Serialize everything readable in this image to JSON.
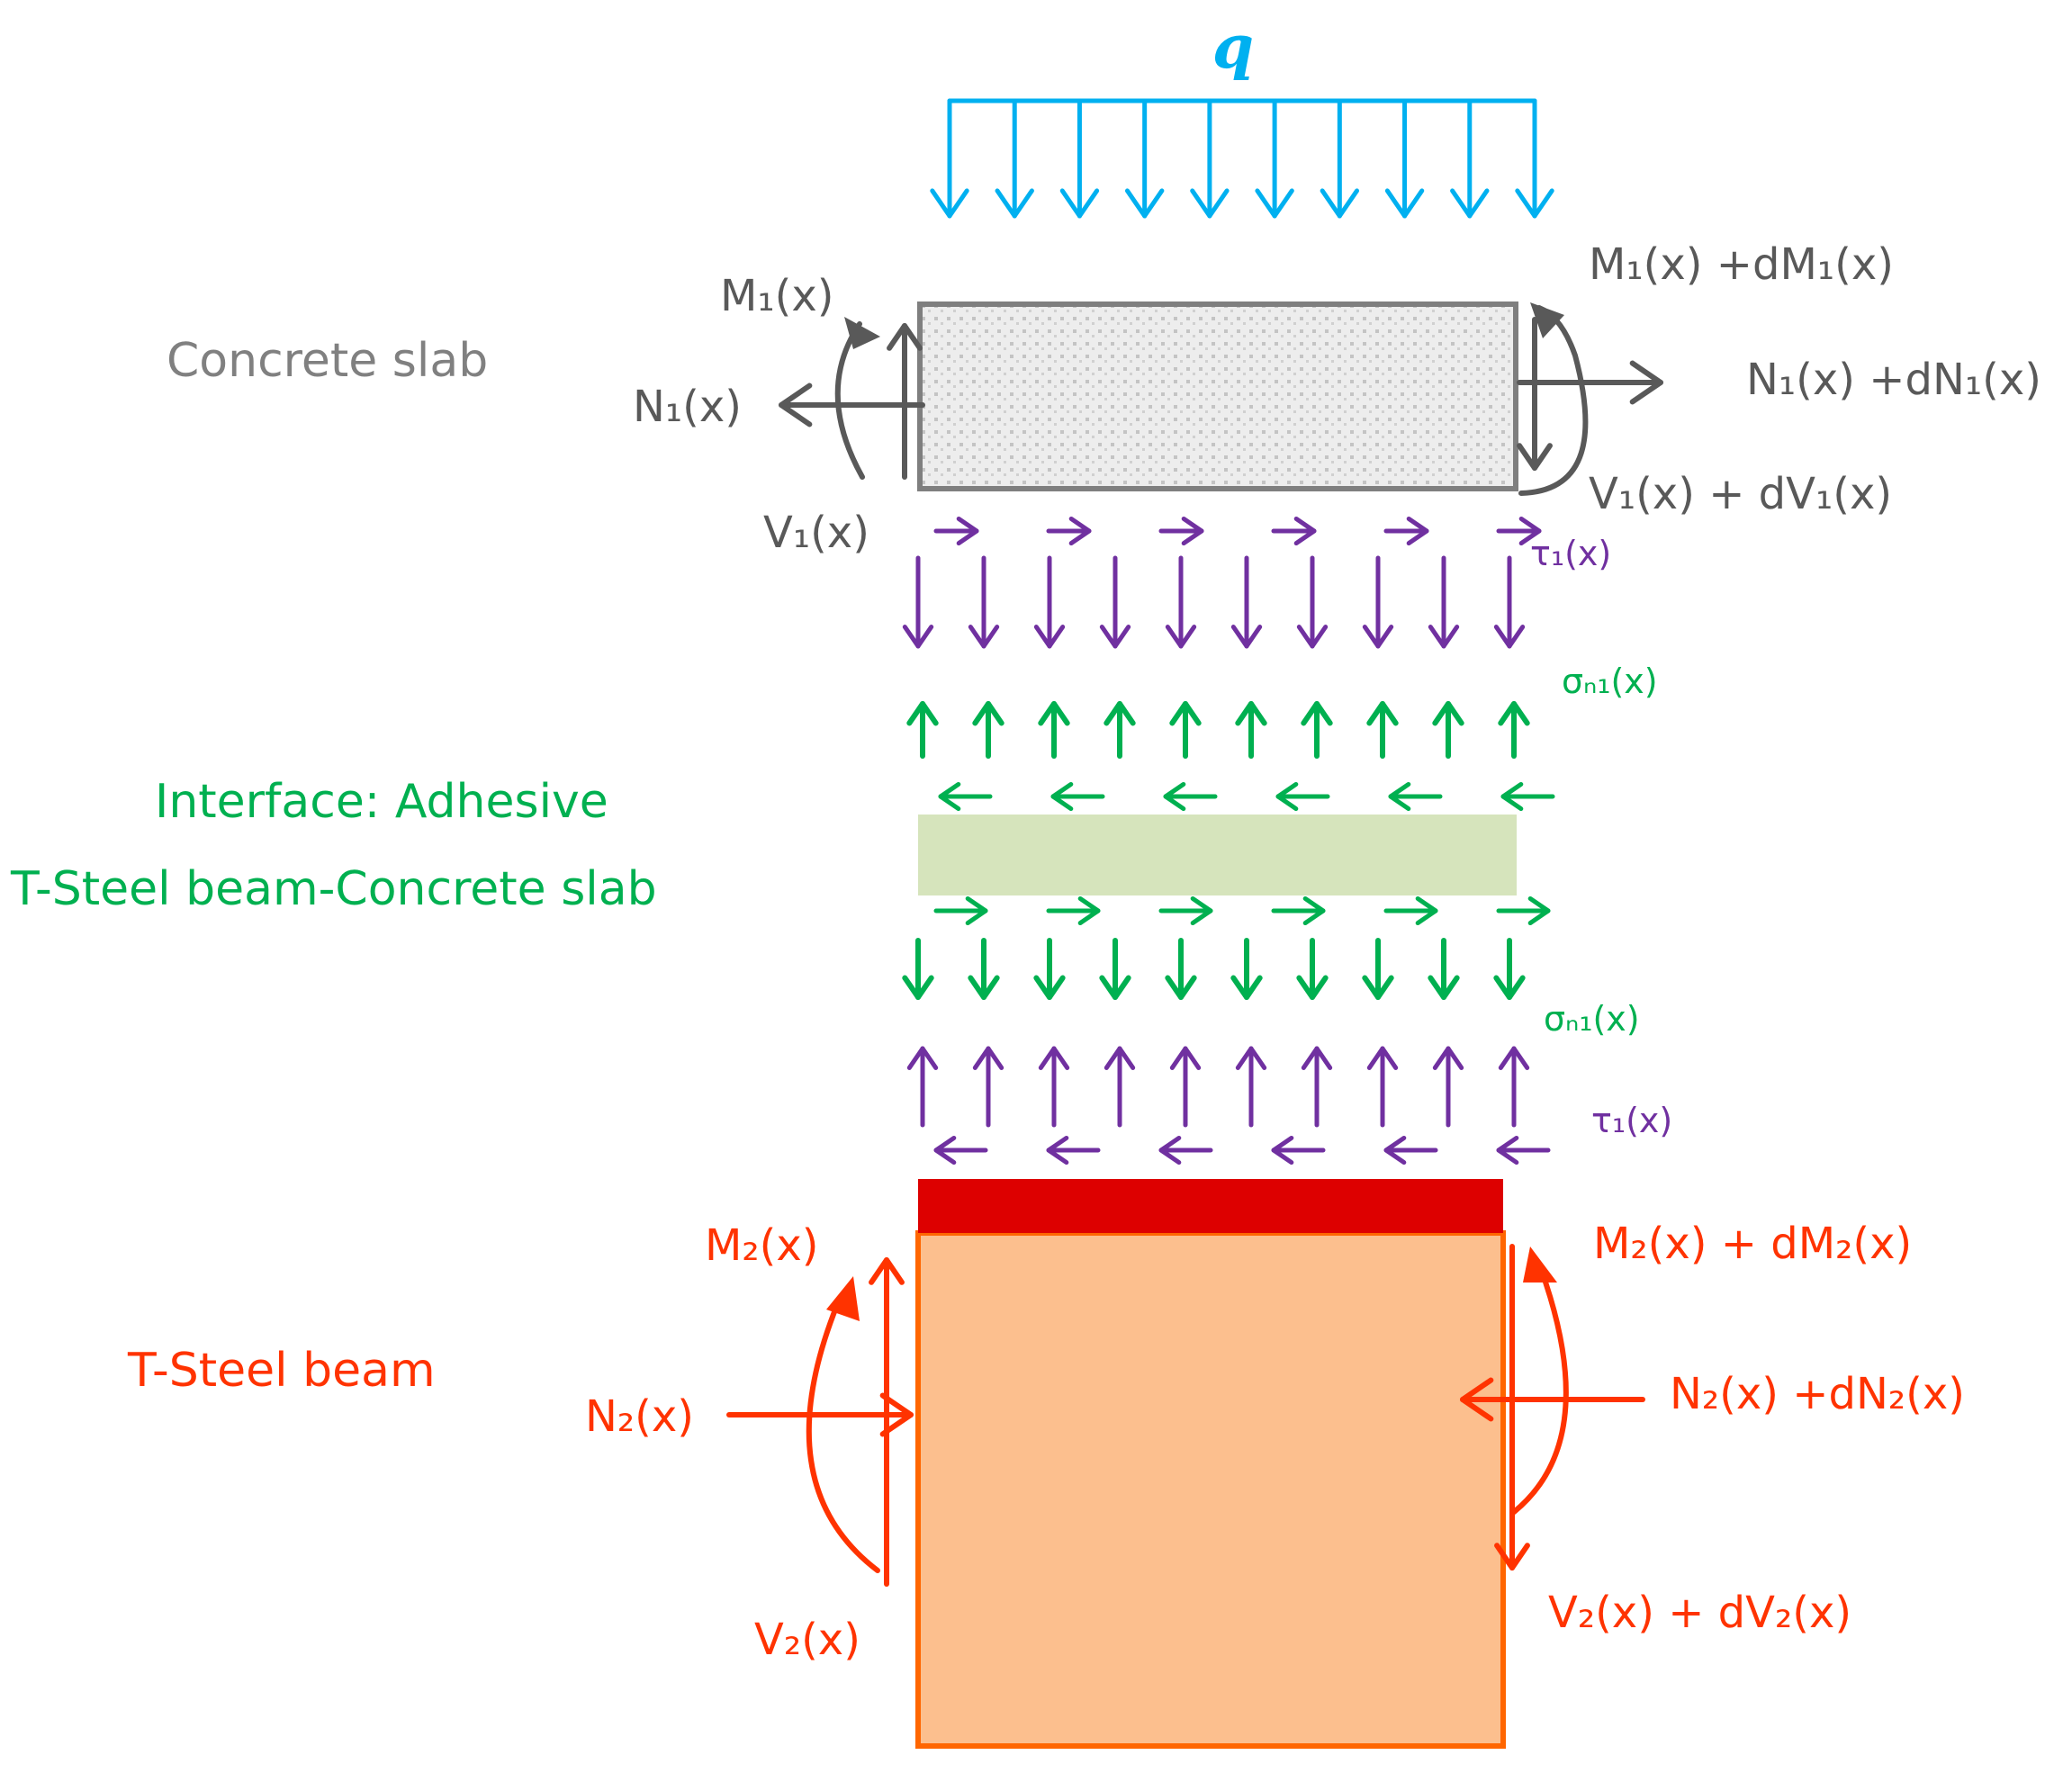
{
  "colors": {
    "load": "#00b0f0",
    "slab_force": "#595959",
    "slab_label": "#808080",
    "interface_arrow": "#00b050",
    "interface_text": "#00b050",
    "upper_stress": "#7030a0",
    "steel_force": "#ff3300",
    "steel_label": "#ff3300",
    "adhesive_fill": "#d6e4bc",
    "steel_fill": "#fcbf8e",
    "steel_edge": "#ff6600",
    "flange_fill": "#dd0000",
    "slab_fill": "#ececec",
    "slab_edge": "#7f7f7f"
  },
  "load": {
    "label": "q"
  },
  "slab": {
    "name": "Concrete slab",
    "left": {
      "moment": "M₁(x)",
      "axial": "N₁(x)",
      "shear": "V₁(x)"
    },
    "right": {
      "moment": "M₁(x) +dM₁(x)",
      "axial": "N₁(x) +dN₁(x)",
      "shear": "V₁(x) + dV₁(x)"
    }
  },
  "interface": {
    "line1": "Interface: Adhesive",
    "line2": "T-Steel beam-Concrete slab",
    "tau_top": "τ₁(x)",
    "sigma_top": "σₙ₁(x)",
    "sigma_bottom": "σₙ₁(x)",
    "tau_bottom": "τ₁(x)"
  },
  "steel": {
    "name": "T-Steel beam",
    "left": {
      "moment": "M₂(x)",
      "axial": "N₂(x)",
      "shear": "V₂(x)"
    },
    "right": {
      "moment": "M₂(x) + dM₂(x)",
      "axial": "N₂(x) +dN₂(x)",
      "shear": "V₂(x) + dV₂(x)"
    }
  }
}
